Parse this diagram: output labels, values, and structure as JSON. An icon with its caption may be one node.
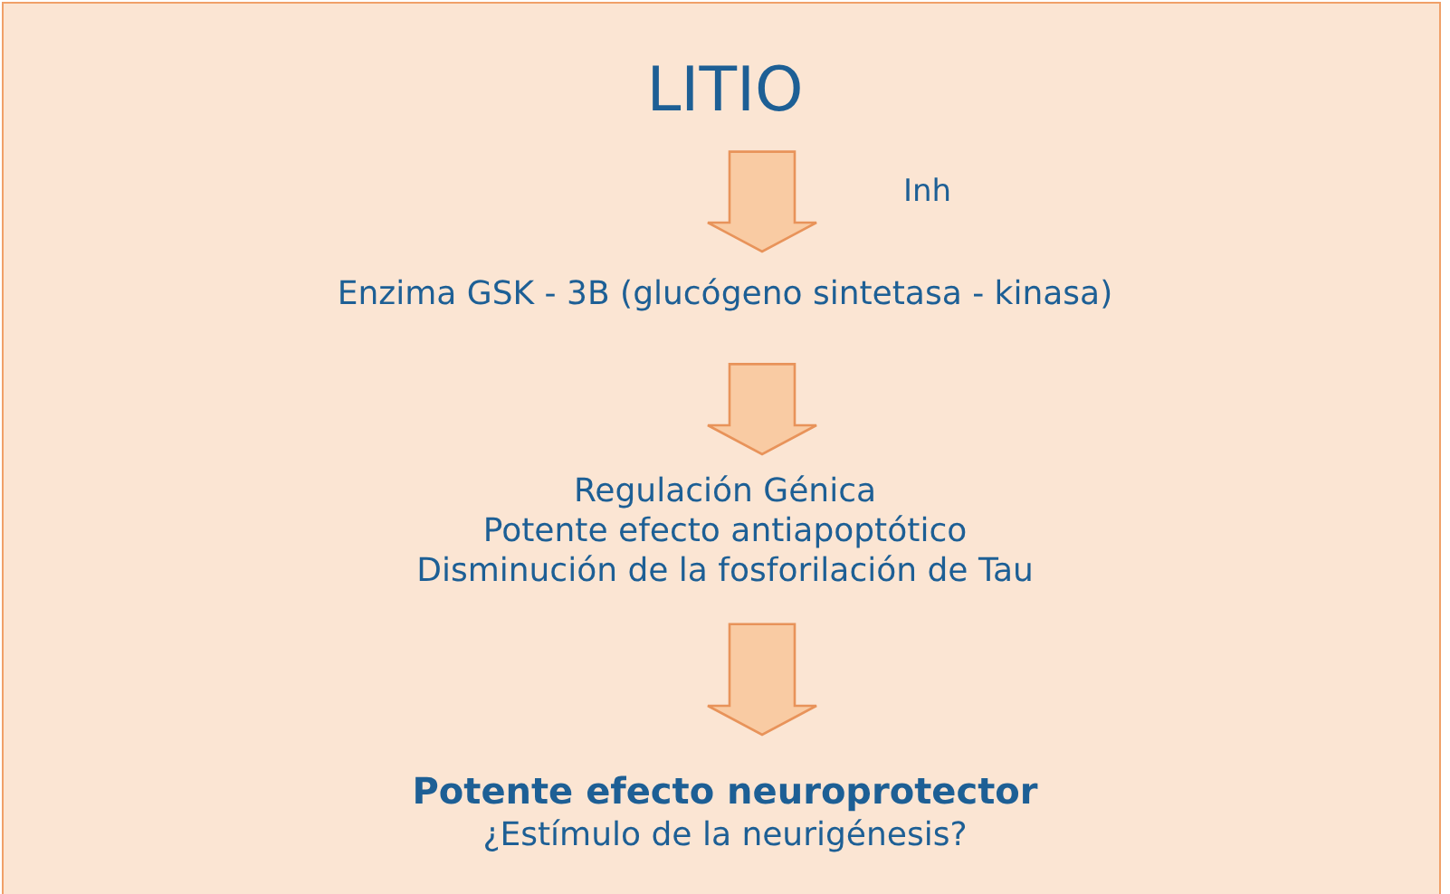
{
  "diagram": {
    "nodes": [
      {
        "text": [
          "LITIO"
        ]
      },
      {
        "text": [
          "Enzima GSK - 3B (glucógeno sintetasa - kinasa)"
        ]
      },
      {
        "text": [
          "Regulación Génica",
          "Potente efecto antiapoptótico",
          "Disminución de la fosforilación de Tau"
        ]
      },
      {
        "text": [
          "Potente efecto neuroprotector",
          "¿Estímulo de la neurigénesis?"
        ]
      }
    ],
    "edges": [
      {
        "from": 0,
        "to": 1,
        "arrow": "to",
        "label": "Inh"
      },
      {
        "from": 1,
        "to": 2,
        "arrow": "to"
      },
      {
        "from": 2,
        "to": 3,
        "arrow": "to"
      }
    ]
  }
}
